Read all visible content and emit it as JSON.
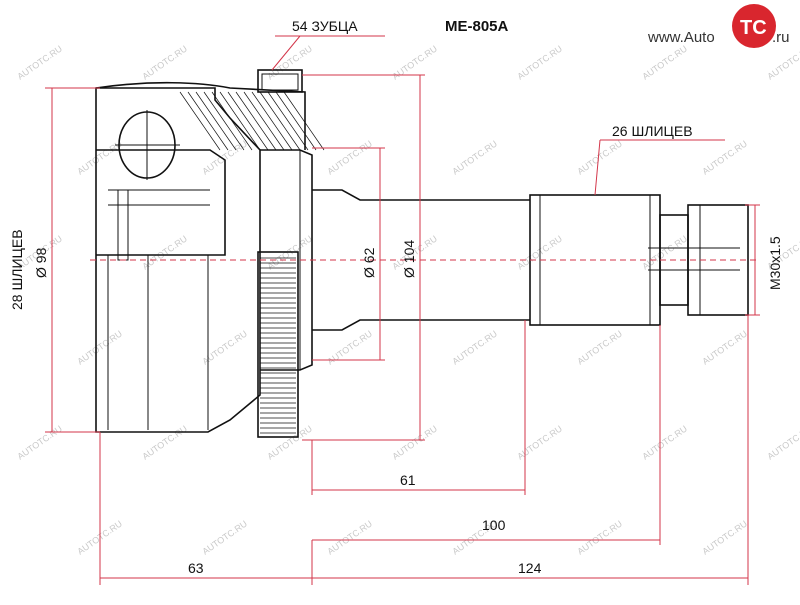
{
  "part_number": "ME-805A",
  "logo": {
    "prefix": "www.Auto",
    "mark": "TC",
    "suffix": ".ru"
  },
  "watermark": "AUTOTC.RU",
  "labels": {
    "teeth": "54 ЗУБЦА",
    "splines_right": "26 ШЛИЦЕВ",
    "splines_left": "28 ШЛИЦЕВ",
    "dia_98": "Ø 98",
    "dia_62": "Ø 62",
    "dia_104": "Ø 104",
    "thread": "M30x1.5",
    "len_61": "61",
    "len_100": "100",
    "len_63": "63",
    "len_124": "124"
  },
  "colors": {
    "dimension": "#d3364a",
    "outline": "#111111",
    "logo_red": "#d9262e",
    "watermark": "#c9c9c9"
  },
  "icons": {
    "logo": "autotc-logo-icon",
    "drawing": "cv-joint-drawing-icon"
  }
}
